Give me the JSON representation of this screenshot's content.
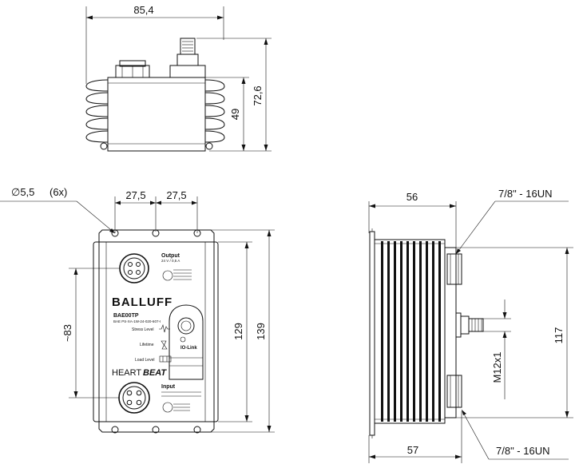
{
  "top_view": {
    "width_dim": "85,4",
    "height_dim_inner": "49",
    "height_dim_outer": "72,6"
  },
  "front_view": {
    "hole_dim": "∅5,5",
    "hole_count": "(6x)",
    "spacing_left": "27,5",
    "spacing_right": "27,5",
    "height_approx": "~83",
    "height_inner": "129",
    "height_outer": "139",
    "output_label": "Output",
    "output_rating": "24 V / 0,5 A",
    "brand": "BALLUFF",
    "model": "BAE00TP",
    "part_number": "BAE PS-XA-1W-24-020-607-I",
    "stress_level": "Stress Level",
    "lifetime": "Lifetime",
    "load_level": "Load Level",
    "io_link": "IO-Link",
    "heartbeat_a": "HEART",
    "heartbeat_b": "BEAT",
    "input_label": "Input"
  },
  "side_view": {
    "top_width": "56",
    "bottom_width": "57",
    "height": "117",
    "thread_top": "7/8\" - 16UN",
    "thread_bottom": "7/8\" - 16UN",
    "connector_thread": "M12x1"
  }
}
